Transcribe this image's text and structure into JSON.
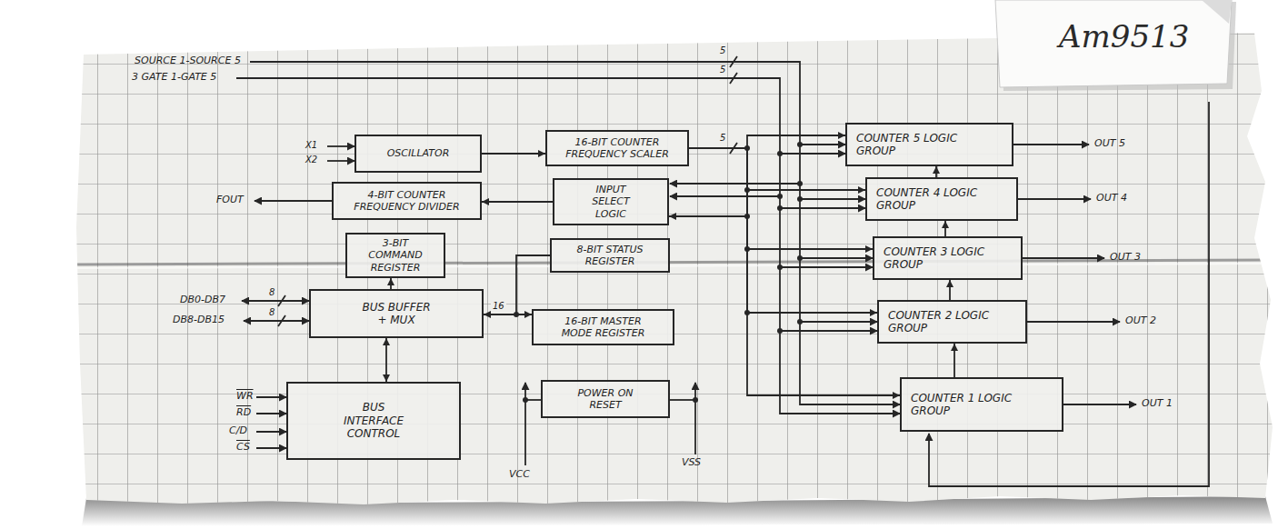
{
  "diagram": {
    "nodes": [
      {
        "text": [
          "OSCILLATOR"
        ]
      },
      {
        "text": [
          "16-BIT COUNTER FREQUENCY SCALER"
        ]
      },
      {
        "text": [
          "COUNTER 5 LOGIC GROUP"
        ]
      },
      {
        "text": [
          "4-BIT COUNTER FREQUENCY DIVIDER"
        ]
      },
      {
        "text": [
          "INPUT SELECT LOGIC"
        ]
      },
      {
        "text": [
          "COUNTER 4 LOGIC GROUP"
        ]
      },
      {
        "text": [
          "3-BIT COMMAND REGISTER"
        ]
      },
      {
        "text": [
          "8-BIT STATUS REGISTER"
        ]
      },
      {
        "text": [
          "COUNTER 3 LOGIC GROUP"
        ]
      },
      {
        "text": [
          "BUS BUFFER + MUX"
        ]
      },
      {
        "text": [
          "16-BIT MASTER MODE REGISTER"
        ]
      },
      {
        "text": [
          "COUNTER 2 LOGIC GROUP"
        ]
      },
      {
        "text": [
          "BUS INTERFACE CONTROL"
        ]
      },
      {
        "text": [
          "POWER ON RESET"
        ]
      },
      {
        "text": [
          "COUNTER 1 LOGIC GROUP"
        ]
      }
    ],
    "edges": [
      {
        "from": 0,
        "to": 1,
        "arrow": "to"
      },
      {
        "from": 1,
        "to": 2,
        "arrow": "to"
      },
      {
        "from": 1,
        "to": 5,
        "arrow": "to"
      },
      {
        "from": 1,
        "to": 8,
        "arrow": "to"
      },
      {
        "from": 1,
        "to": 11,
        "arrow": "to"
      },
      {
        "from": 1,
        "to": 14,
        "arrow": "to"
      },
      {
        "from": 1,
        "to": 4,
        "arrow": "to"
      },
      {
        "from": 4,
        "to": 3,
        "arrow": "to"
      },
      {
        "from": 9,
        "to": 6,
        "arrow": "to"
      },
      {
        "from": 9,
        "to": 7,
        "arrow": "none"
      },
      {
        "from": 9,
        "to": 10,
        "label": "16",
        "arrow": "both"
      },
      {
        "from": 9,
        "to": 12,
        "arrow": "both"
      },
      {
        "from": 14,
        "to": 11,
        "arrow": "to"
      },
      {
        "from": 11,
        "to": 8,
        "arrow": "to"
      },
      {
        "from": 8,
        "to": 5,
        "arrow": "to"
      },
      {
        "from": 5,
        "to": 2,
        "arrow": "to"
      }
    ],
    "labels": [
      "Am9513",
      "SOURCE 1-SOURCE 5",
      "3 GATE 1-GATE 5",
      "5",
      "5",
      "5",
      "X1",
      "X2",
      "FOUT",
      "DB0-DB7",
      "8",
      "DB8-DB15",
      "8",
      "WR",
      "RD",
      "C/D",
      "CS",
      "VCC",
      "VSS",
      "OUT 5",
      "OUT 4",
      "OUT 3",
      "OUT 2",
      "OUT 1"
    ]
  }
}
